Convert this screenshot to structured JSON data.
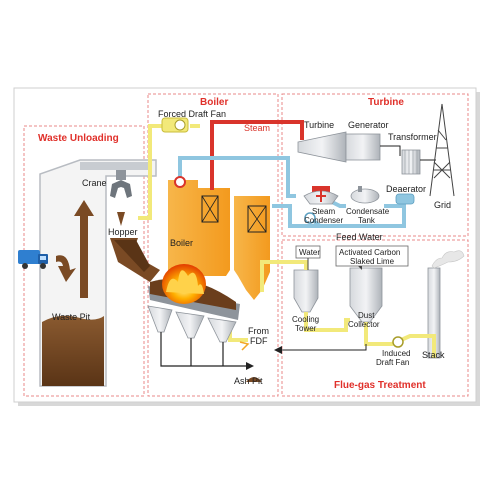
{
  "sections": {
    "waste_unloading": "Waste Unloading",
    "boiler": "Boiler",
    "turbine": "Turbine",
    "flue_gas": "Flue-gas Treatment"
  },
  "labels": {
    "forced_draft_fan": "Forced Draft Fan",
    "steam": "Steam",
    "turbine_word": "Turbine",
    "generator": "Generator",
    "transformer": "Transformer",
    "crane": "Crane",
    "hopper": "Hopper",
    "boiler_word": "Boiler",
    "deaerator": "Deaerator",
    "grid": "Grid",
    "steam_condenser_1": "Steam",
    "steam_condenser_2": "Condenser",
    "condensate_tank_1": "Condensate",
    "condensate_tank_2": "Tank",
    "feed_water": "Feed Water",
    "water": "Water",
    "activated_carbon": "Activated Carbon",
    "slaked_lime": "Slaked Lime",
    "waste_pit": "Waste Pit",
    "cooling_tower_1": "Cooling",
    "cooling_tower_2": "Tower",
    "dust_collector_1": "Dust",
    "dust_collector_2": "Collector",
    "from_fdf_1": "From",
    "from_fdf_2": "FDF",
    "induced_draft_fan_1": "Induced",
    "induced_draft_fan_2": "Draft Fan",
    "stack": "Stack",
    "ash_pit": "Ash Pit"
  },
  "colors": {
    "section_title": "#e0302a",
    "steam_pipe": "#d9342b",
    "water_pipe": "#8fc6e0",
    "air_pipe": "#f2e97a",
    "boiler_body": "#f5a623",
    "waste": "#7a4a24",
    "fire": "#ff6a00",
    "gray_equipment": "#b8bcc2"
  }
}
